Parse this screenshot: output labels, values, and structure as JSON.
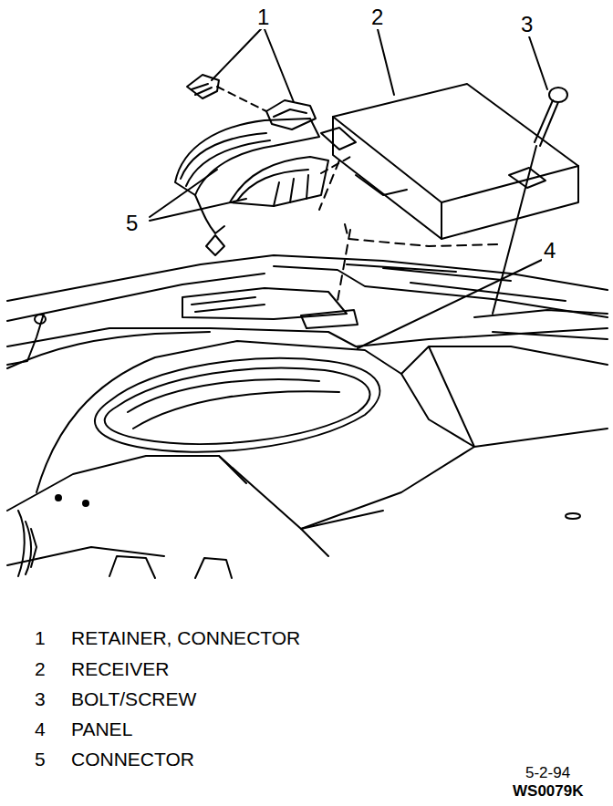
{
  "diagram": {
    "labels": [
      "1",
      "2",
      "3",
      "4",
      "5",
      "1",
      "RETAINER, CONNECTOR",
      "2",
      "RECEIVER",
      "3",
      "BOLT/SCREW",
      "4",
      "PANEL",
      "5",
      "CONNECTOR",
      "5-2-94",
      "WS0079K"
    ]
  }
}
